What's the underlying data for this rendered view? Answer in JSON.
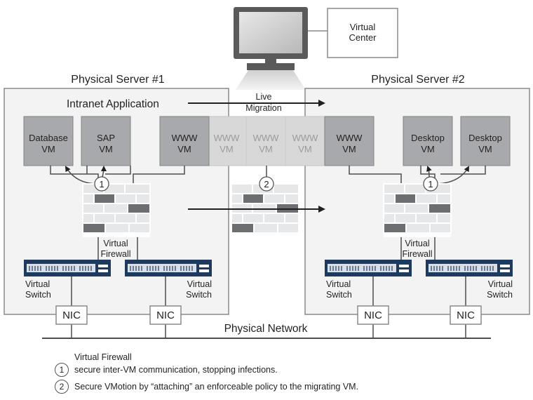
{
  "monitor_label": "Virtual Center",
  "server1": {
    "title": "Physical Server #1",
    "app_label": "Intranet Application",
    "vms": [
      {
        "l1": "Database",
        "l2": "VM"
      },
      {
        "l1": "SAP",
        "l2": "VM"
      },
      {
        "l1": "WWW",
        "l2": "VM"
      }
    ],
    "firewall_label": [
      "Virtual",
      "Firewall"
    ],
    "switch_labels": [
      [
        "Virtual",
        "Switch"
      ],
      [
        "Virtual",
        "Switch"
      ]
    ],
    "nics": [
      "NIC",
      "NIC"
    ]
  },
  "migration": {
    "label": [
      "Live",
      "Migration"
    ],
    "ghost_vms": [
      {
        "l1": "WWW",
        "l2": "VM"
      },
      {
        "l1": "WWW",
        "l2": "VM"
      },
      {
        "l1": "WWW",
        "l2": "VM"
      }
    ],
    "marker": "2"
  },
  "server2": {
    "title": "Physical Server #2",
    "vms": [
      {
        "l1": "WWW",
        "l2": "VM"
      },
      {
        "l1": "Desktop",
        "l2": "VM"
      },
      {
        "l1": "Desktop",
        "l2": "VM"
      }
    ],
    "firewall_label": [
      "Virtual",
      "Firewall"
    ],
    "switch_labels": [
      [
        "Virtual",
        "Switch"
      ],
      [
        "Virtual",
        "Switch"
      ]
    ],
    "nics": [
      "NIC",
      "NIC"
    ]
  },
  "marker1": "1",
  "network_label": "Physical Network",
  "legend": {
    "heading": "Virtual Firewall",
    "items": [
      {
        "num": "1",
        "text": "secure inter-VM communication, stopping infections."
      },
      {
        "num": "2",
        "text": "Secure VMotion by “attaching” an enforceable policy to the migrating VM."
      }
    ]
  }
}
